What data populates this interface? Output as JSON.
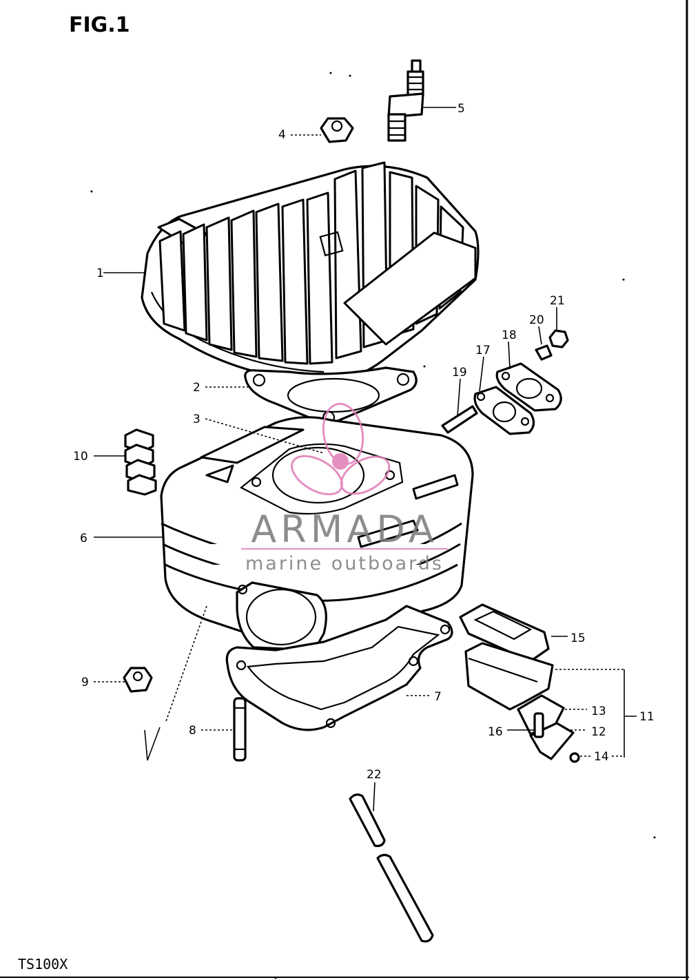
{
  "figure": {
    "title": "FIG.1",
    "model_code": "TS100X"
  },
  "watermark": {
    "brand": "ARMADA",
    "tagline": "marine outboards",
    "logo_icon": "propeller-icon",
    "logo_color": "#e07cb6"
  },
  "callouts": [
    {
      "number": "1"
    },
    {
      "number": "2"
    },
    {
      "number": "3"
    },
    {
      "number": "4"
    },
    {
      "number": "5"
    },
    {
      "number": "6"
    },
    {
      "number": "7"
    },
    {
      "number": "8"
    },
    {
      "number": "9"
    },
    {
      "number": "10"
    },
    {
      "number": "11"
    },
    {
      "number": "12"
    },
    {
      "number": "13"
    },
    {
      "number": "14"
    },
    {
      "number": "15"
    },
    {
      "number": "16"
    },
    {
      "number": "17"
    },
    {
      "number": "18"
    },
    {
      "number": "19"
    },
    {
      "number": "20"
    },
    {
      "number": "21"
    },
    {
      "number": "22"
    }
  ]
}
